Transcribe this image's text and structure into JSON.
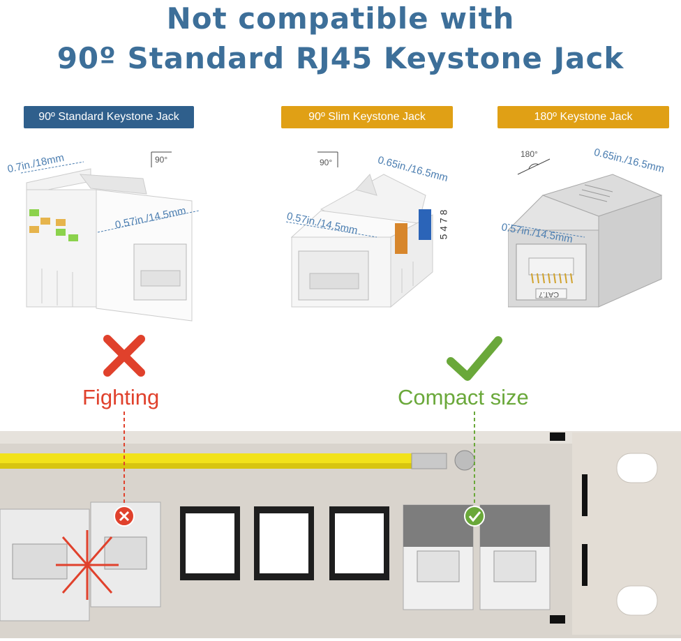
{
  "heading": {
    "line1": "Not compatible with",
    "line2": "90º Standard RJ45 Keystone Jack"
  },
  "jacks": [
    {
      "badge": "90º Standard Keystone Jack",
      "angle": "90°",
      "width_dim": "0.7in./18mm",
      "depth_dim": "0.57in./14.5mm"
    },
    {
      "badge": "90º Slim Keystone Jack",
      "angle": "90°",
      "width_dim": "0.65in./16.5mm",
      "depth_dim": "0.57in./14.5mm",
      "pin_labels": "5 4 7 8"
    },
    {
      "badge": "180º Keystone Jack",
      "angle": "180°",
      "width_dim": "0.65in./16.5mm",
      "depth_dim": "0.57in./14.5mm",
      "jack_print": "CAT.7"
    }
  ],
  "results": {
    "bad_label": "Fighting",
    "good_label": "Compact size"
  },
  "colors": {
    "heading": "#3d6f99",
    "badge_standard": "#2f5f8c",
    "badge_alt": "#e0a015",
    "bad": "#e0412c",
    "good": "#6aa83a",
    "panel": "#d8d3cc",
    "ground_wire": "#f2e21a"
  }
}
